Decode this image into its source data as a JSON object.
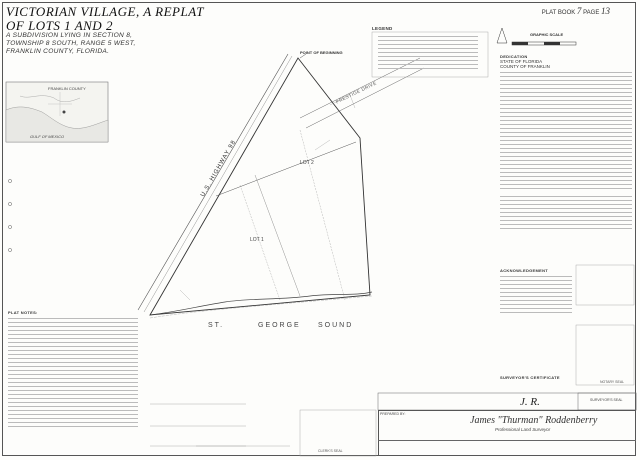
{
  "title": {
    "line1": "VICTORIAN VILLAGE, A REPLAT",
    "line2": "OF LOTS 1 AND 2",
    "sub1": "A SUBDIVISION LYING IN SECTION 8,",
    "sub2": "TOWNSHIP 8 SOUTH, RANGE 5 WEST,",
    "sub3": "FRANKLIN COUNTY, FLORIDA."
  },
  "page": {
    "label": "PLAT BOOK",
    "book": "7",
    "page_label": "PAGE",
    "page": "13"
  },
  "map": {
    "county_label": "FRANKLIN COUNTY",
    "water_label": "GULF OF MEXICO",
    "sound_words": [
      "ST.",
      "GEORGE",
      "SOUND"
    ],
    "highway": "U.S. HIGHWAY 98",
    "lot1": "LOT 1",
    "lot2": "LOT 2",
    "point_of_beginning": "POINT OF BEGINNING",
    "road": "PRESTIGE DRIVE"
  },
  "legend": {
    "title": "LEGEND"
  },
  "scale": {
    "title": "GRAPHIC SCALE"
  },
  "headings": {
    "dedication": "DEDICATION",
    "state": "STATE OF FLORIDA",
    "county": "COUNTY OF FRANKLIN",
    "ack": "ACKNOWLEDGEMENT",
    "notary_seal": "NOTARY SEAL",
    "surveyor_cert": "SURVEYOR'S CERTIFICATE",
    "surveyor_seal": "SURVEYOR'S SEAL",
    "clerk_seal": "CLERK'S SEAL",
    "plat_notes": "PLAT NOTES:",
    "prepared_by": "PREPARED BY:"
  },
  "surveyor": {
    "name": "James \"Thurman\" Roddenberry",
    "title": "Professional Land Surveyor"
  }
}
